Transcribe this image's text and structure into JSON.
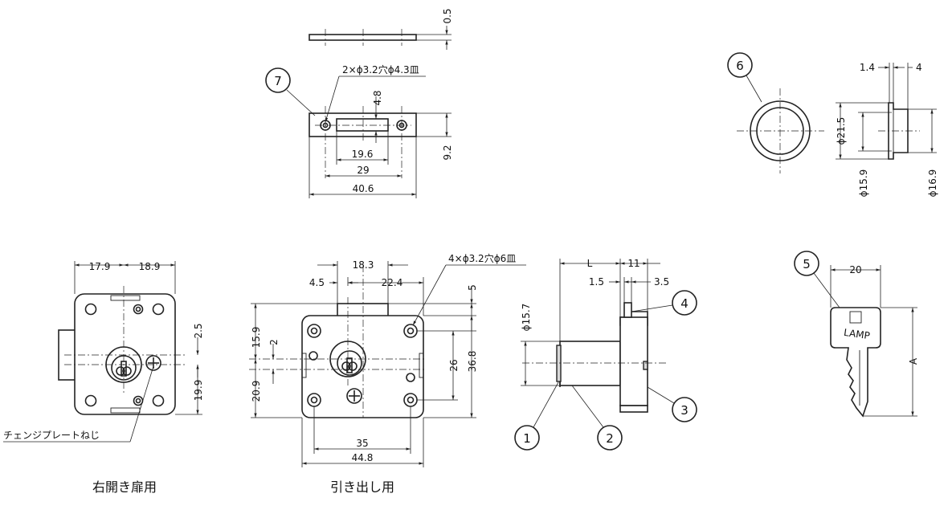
{
  "strike_plate_top": {
    "thickness": "0.5",
    "hole_label": "2×ϕ3.2穴ϕ4.3皿",
    "height_slot": "4.8",
    "height": "9.2",
    "slot_width": "19.6",
    "pitch": "29",
    "length": "40.6",
    "part_no": "7"
  },
  "escutcheon": {
    "part_no": "6",
    "dim_a": "1.4",
    "dim_b": "4",
    "outer_dia": "ϕ21.5",
    "inner_dia": "ϕ15.9",
    "body_dia": "ϕ16.9"
  },
  "right_door": {
    "dim_left": "17.9",
    "dim_right": "18.9",
    "dim_top": "2.5",
    "dim_bottom": "19.9",
    "screw_label": "チェンジプレートねじ",
    "caption": "右開き扉用"
  },
  "drawer": {
    "hole_label": "4×ϕ3.2穴ϕ6皿",
    "dim_18_3": "18.3",
    "dim_4_5": "4.5",
    "dim_22_4": "22.4",
    "dim_5": "5",
    "dim_15_9": "15.9",
    "dim_2": "2",
    "dim_20_9": "20.9",
    "dim_26": "26",
    "dim_36_8": "36.8",
    "dim_35": "35",
    "dim_44_8": "44.8",
    "caption": "引き出し用"
  },
  "side_view": {
    "dim_L": "L",
    "dim_11": "11",
    "dim_1_5": "1.5",
    "dim_3_5": "3.5",
    "dia": "ϕ15.7",
    "part_1": "1",
    "part_2": "2",
    "part_3": "3",
    "part_4": "4"
  },
  "key": {
    "part_no": "5",
    "width": "20",
    "length": "A",
    "brand": "LAMP"
  }
}
